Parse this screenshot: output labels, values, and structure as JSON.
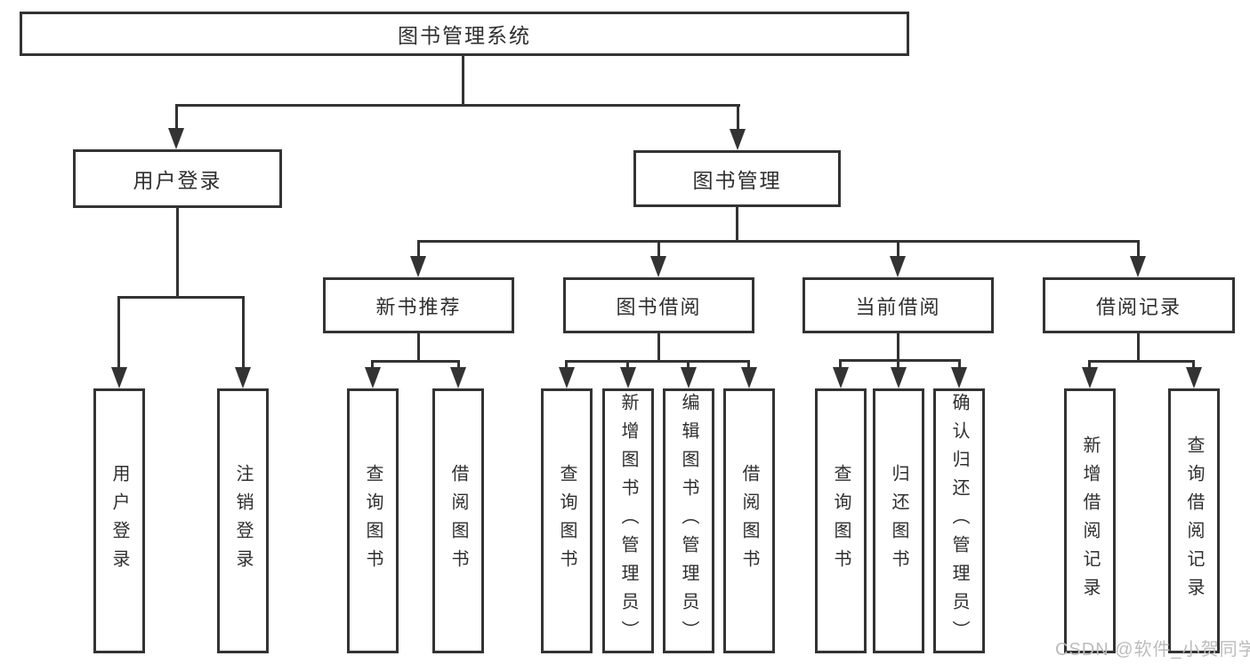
{
  "diagram": {
    "title": "图书管理系统",
    "nodes": {
      "root": {
        "label": "图书管理系统"
      },
      "user_login": {
        "label": "用户登录"
      },
      "book_mgmt": {
        "label": "图书管理"
      },
      "new_books": {
        "label": "新书推荐"
      },
      "book_borrow": {
        "label": "图书借阅"
      },
      "current_borrow": {
        "label": "当前借阅"
      },
      "borrow_records": {
        "label": "借阅记录"
      },
      "leaves": {
        "user_login": [
          "用户登录",
          "注销登录"
        ],
        "new_books": [
          "查询图书",
          "借阅图书"
        ],
        "book_borrow": [
          "查询图书",
          "新增图书（管理员）",
          "编辑图书（管理员）",
          "借阅图书"
        ],
        "current_borrow": [
          "查询图书",
          "归还图书",
          "确认归还（管理员）"
        ],
        "borrow_records": [
          "新增借阅记录",
          "查询借阅记录"
        ]
      }
    },
    "edges": [
      "图书管理系统→用户登录",
      "图书管理系统→图书管理",
      "用户登录→用户登录",
      "用户登录→注销登录",
      "图书管理→新书推荐",
      "图书管理→图书借阅",
      "图书管理→当前借阅",
      "图书管理→借阅记录",
      "新书推荐→查询图书",
      "新书推荐→借阅图书",
      "图书借阅→查询图书",
      "图书借阅→新增图书（管理员）",
      "图书借阅→编辑图书（管理员）",
      "图书借阅→借阅图书",
      "当前借阅→查询图书",
      "当前借阅→归还图书",
      "当前借阅→确认归还（管理员）",
      "借阅记录→新增借阅记录",
      "借阅记录→查询借阅记录"
    ]
  },
  "watermark": {
    "text": "CSDN @软件_小贺同学"
  },
  "colors": {
    "line": "#333333",
    "text": "#2f2f2f",
    "background": "#ffffff",
    "watermark": "#bcbcbc"
  }
}
